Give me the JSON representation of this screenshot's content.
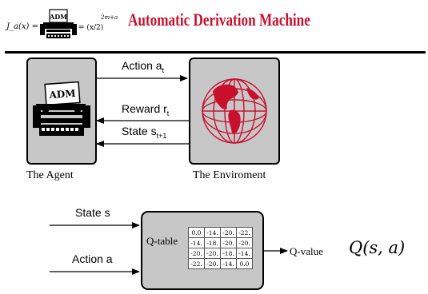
{
  "header": {
    "formula_lhs": "J_a(x) =",
    "formula_rhs": "= (x/2)",
    "formula_exp": "2m+a",
    "logo_text": "ADM",
    "title": "Automatic Derivation Machine"
  },
  "agent": {
    "logo_text": "ADM",
    "caption": "The Agent"
  },
  "environment": {
    "caption": "The Enviroment"
  },
  "arrows": {
    "action": {
      "text": "Action a",
      "sub": "t"
    },
    "reward": {
      "text": "Reward r",
      "sub": "t"
    },
    "state": {
      "text": "State s",
      "sub": "t+1"
    }
  },
  "qnet": {
    "state_label": "State s",
    "action_label": "Action a",
    "table_label": "Q-table",
    "table": [
      [
        "0.0",
        "-14.",
        "-20.",
        "-22."
      ],
      [
        "-14.",
        "-18.",
        "-20.",
        "-20."
      ],
      [
        "-20.",
        "-20.",
        "-18.",
        "-14."
      ],
      [
        "-22.",
        "-20.",
        "-14.",
        "0.0"
      ]
    ],
    "output_label": "Q-value",
    "formula": "Q(s, a)"
  },
  "colors": {
    "title": "#c8102e",
    "box_fill": "#c7c7c7",
    "globe": "#c8102e"
  }
}
